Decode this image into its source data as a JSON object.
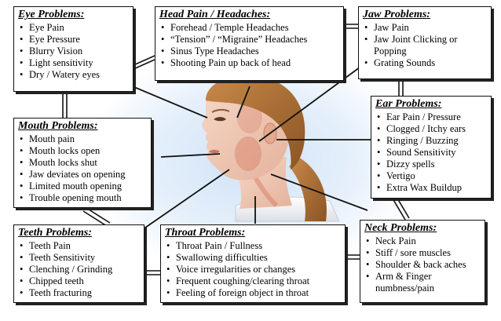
{
  "boxes": [
    {
      "title": "Eye Problems:",
      "items": [
        "Eye Pain",
        "Eye Pressure",
        "Blurry Vision",
        "Light sensitivity",
        "Dry / Watery eyes"
      ]
    },
    {
      "title": "Head Pain / Headaches:",
      "items": [
        "Forehead / Temple Headaches",
        "“Tension” / “Migraine” Headaches",
        "Sinus Type Headaches",
        "Shooting Pain up back of head"
      ]
    },
    {
      "title": "Jaw Problems:",
      "items": [
        "Jaw Pain",
        "Jaw Joint Clicking  or Popping",
        "Grating Sounds"
      ]
    },
    {
      "title": "Mouth Problems:",
      "items": [
        "Mouth pain",
        "Mouth locks open",
        "Mouth locks shut",
        "Jaw deviates on opening",
        "Limited mouth opening",
        "Trouble opening mouth"
      ]
    },
    {
      "title": "Ear Problems:",
      "items": [
        "Ear Pain / Pressure",
        "Clogged / Itchy ears",
        "Ringing / Buzzing",
        "Sound Sensitivity",
        "Dizzy spells",
        "Vertigo",
        "Extra Wax Buildup"
      ]
    },
    {
      "title": "Teeth Problems:",
      "items": [
        "Teeth Pain",
        "Teeth Sensitivity",
        "Clenching / Grinding",
        "Chipped teeth",
        "Teeth fracturing"
      ]
    },
    {
      "title": "Throat Problems:",
      "items": [
        "Throat Pain / Fullness",
        "Swallowing difficulties",
        "Voice irregularities or changes",
        "Frequent coughing/clearing throat",
        "Feeling of foreign object in throat"
      ]
    },
    {
      "title": "Neck Problems:",
      "items": [
        "Neck Pain",
        "Stiff / sore muscles",
        "Shoulder & back aches",
        "Arm & Finger numbness/pain"
      ]
    }
  ]
}
